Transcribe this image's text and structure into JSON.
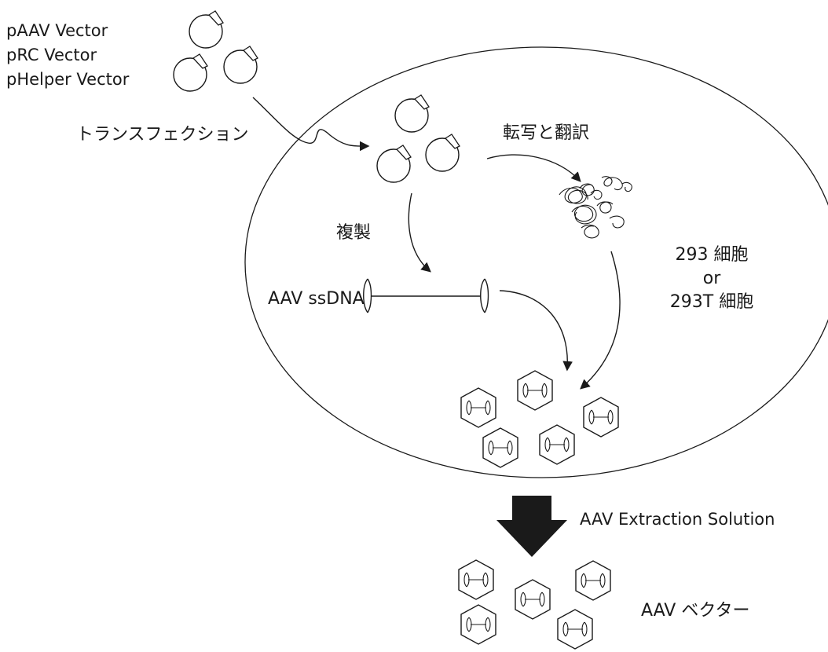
{
  "labels": {
    "vectors": [
      "pAAV Vector",
      "pRC Vector",
      "pHelper Vector"
    ],
    "transfection": "トランスフェクション",
    "transcription_translation": "転写と翻訳",
    "replication": "複製",
    "ssdna": "AAV ssDNA",
    "cell_line_1": "293 細胞",
    "cell_line_or": "or",
    "cell_line_2": "293T 細胞",
    "extraction": "AAV Extraction Solution",
    "product": "AAV ベクター"
  },
  "colors": {
    "ink": "#1a1a1a",
    "background": "#ffffff"
  }
}
